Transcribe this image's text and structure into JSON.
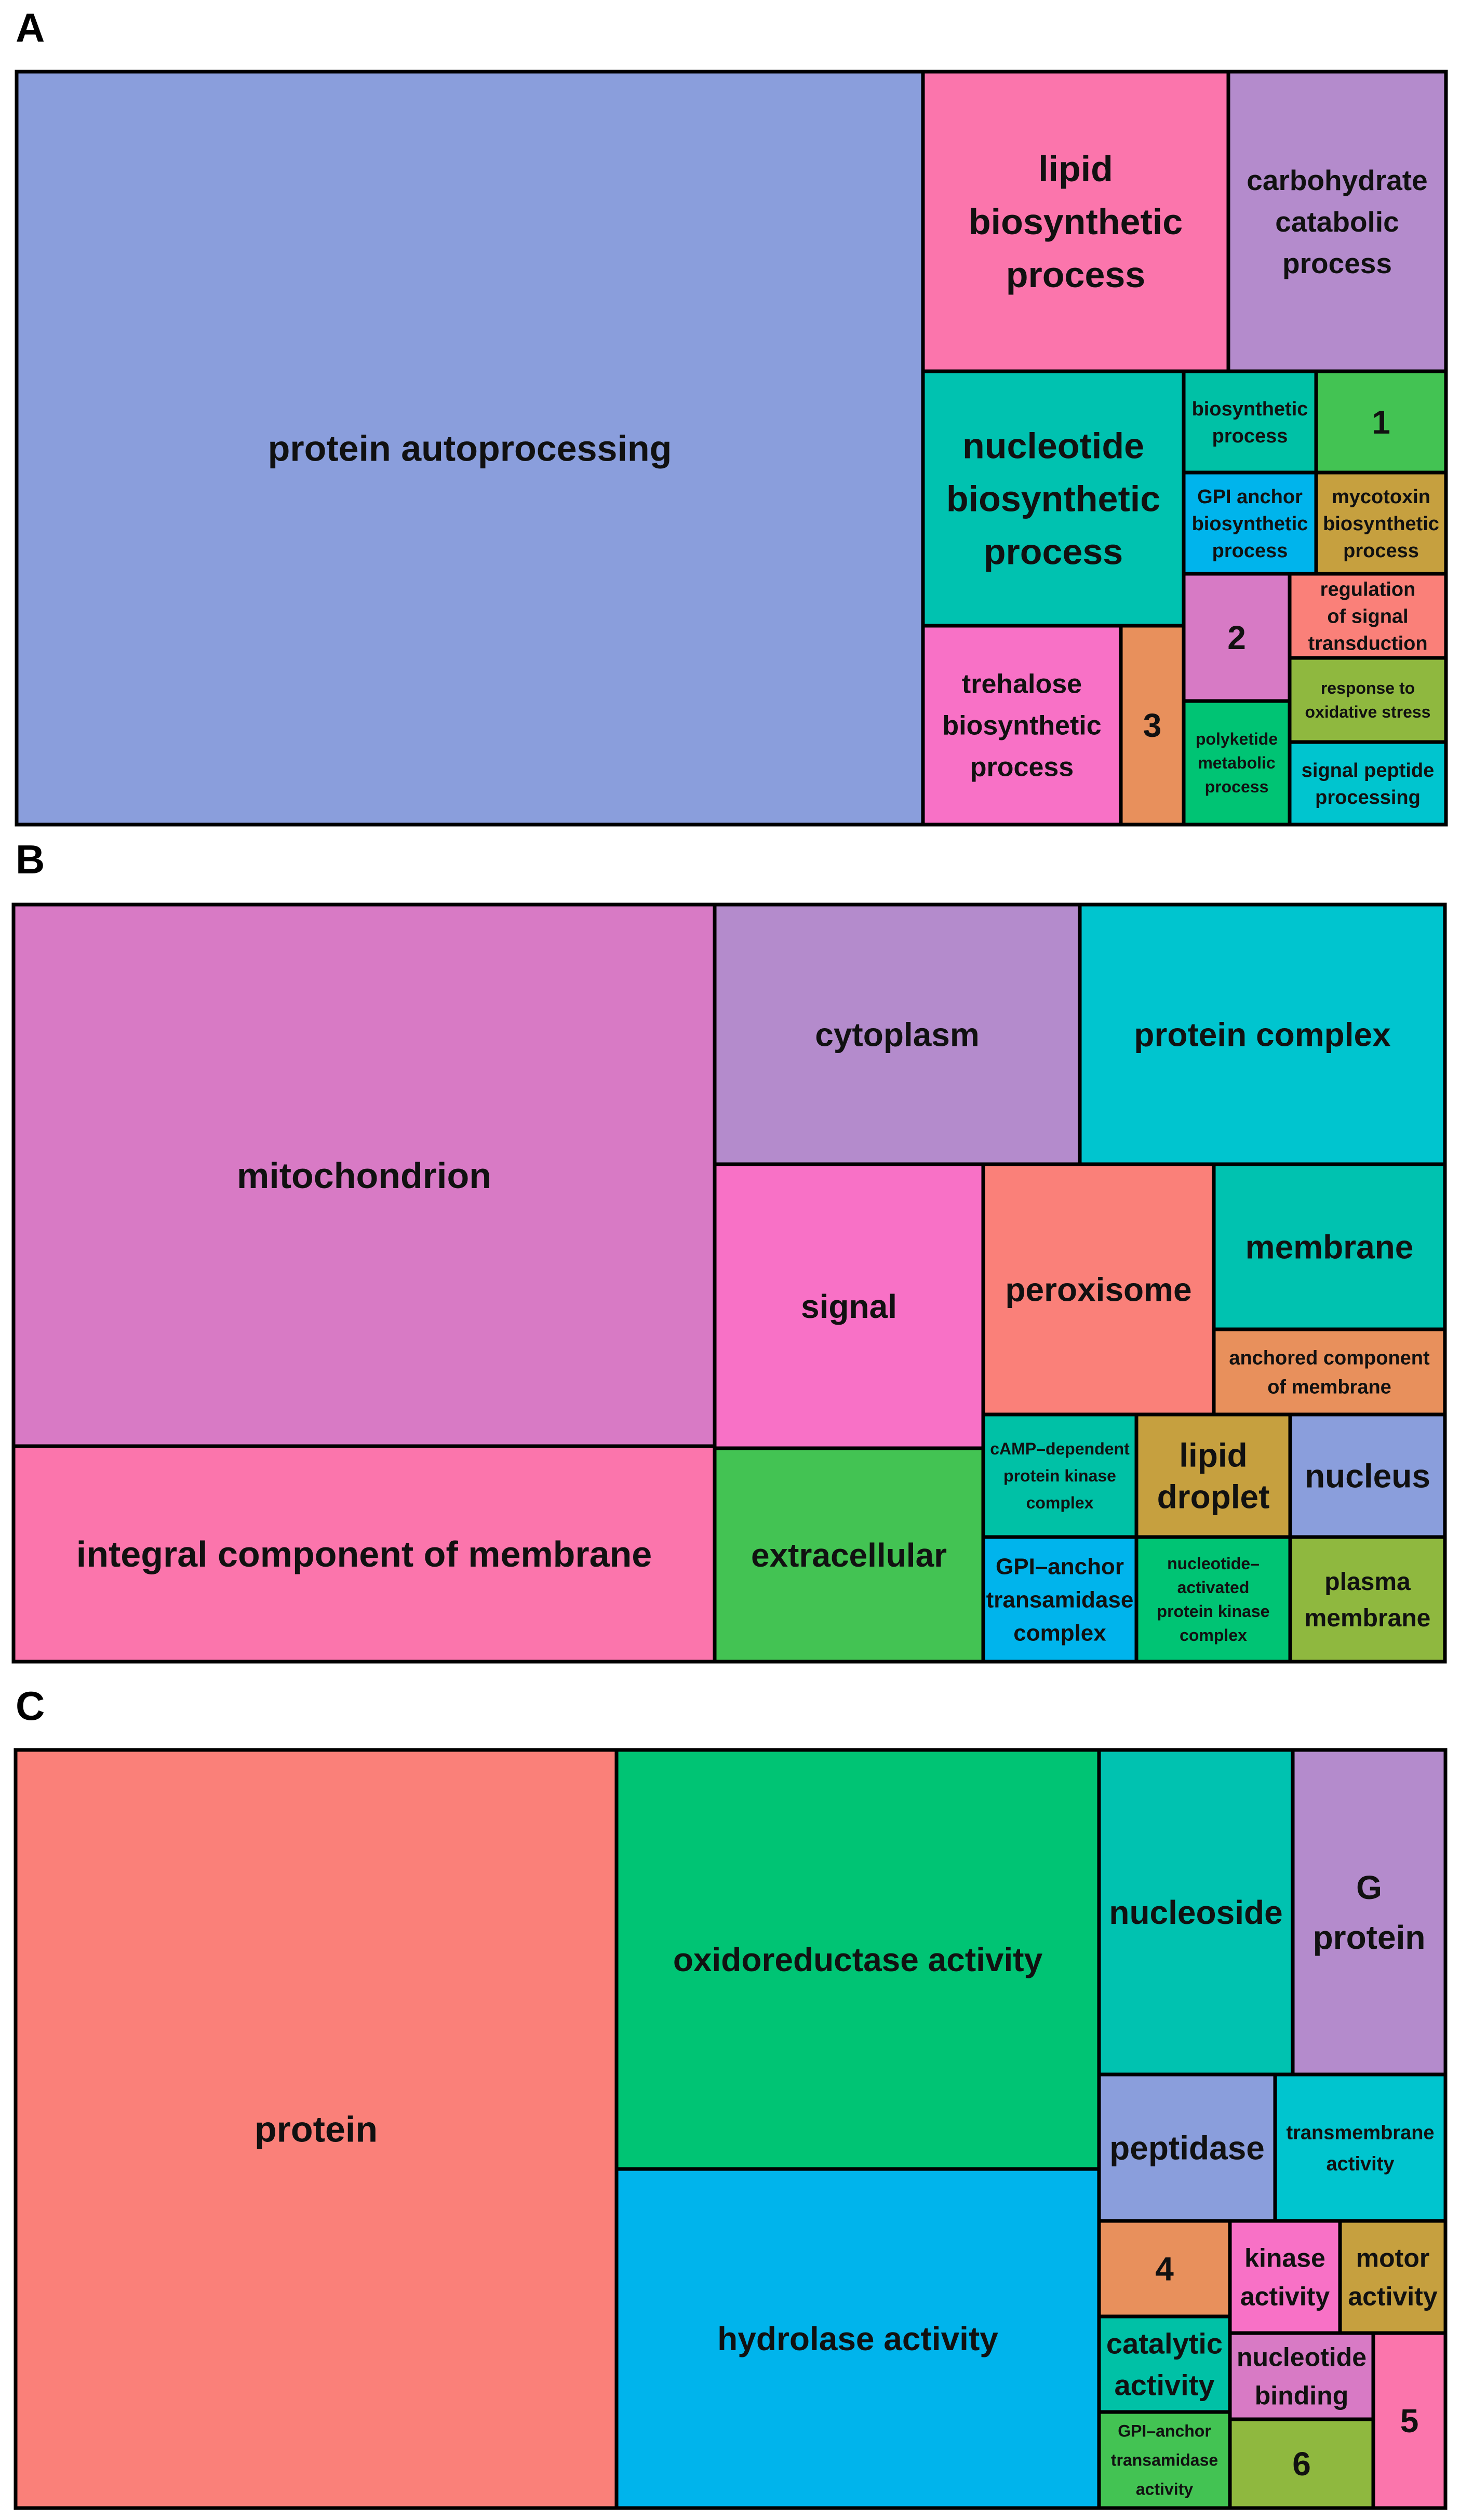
{
  "panels": [
    {
      "letter": "A"
    },
    {
      "letter": "B"
    },
    {
      "letter": "C"
    }
  ],
  "chart_data": [
    {
      "type": "treemap",
      "panel": "A",
      "tiles": [
        {
          "label": "protein autoprocessing",
          "color": "#8A9EDC"
        },
        {
          "label": "lipid biosynthetic process",
          "color": "#FB75AC"
        },
        {
          "label": "carbohydrate catabolic process",
          "color": "#B48BCC"
        },
        {
          "label": "nucleotide biosynthetic process",
          "color": "#00C2B0"
        },
        {
          "label": "biosynthetic process",
          "color": "#00C1A6"
        },
        {
          "label": "1",
          "color": "#43C353"
        },
        {
          "label": "GPI anchor biosynthetic process",
          "color": "#00B4EC"
        },
        {
          "label": "mycotoxin biosynthetic process",
          "color": "#C6A03F"
        },
        {
          "label": "trehalose biosynthetic process",
          "color": "#F871C6"
        },
        {
          "label": "3",
          "color": "#E8905C"
        },
        {
          "label": "2",
          "color": "#D77AC5"
        },
        {
          "label": "regulation of signal transduction",
          "color": "#FA8079"
        },
        {
          "label": "response to oxidative stress",
          "color": "#8FB83F"
        },
        {
          "label": "polyketide metabolic process",
          "color": "#00C474"
        },
        {
          "label": "signal peptide processing",
          "color": "#00C5CF"
        }
      ]
    },
    {
      "type": "treemap",
      "panel": "B",
      "tiles": [
        {
          "label": "mitochondrion",
          "color": "#D87AC5"
        },
        {
          "label": "integral component of membrane",
          "color": "#FB75AC"
        },
        {
          "label": "cytoplasm",
          "color": "#B48BCC"
        },
        {
          "label": "protein complex",
          "color": "#00C5CF"
        },
        {
          "label": "signal",
          "color": "#F871C6"
        },
        {
          "label": "peroxisome",
          "color": "#FA8079"
        },
        {
          "label": "membrane",
          "color": "#00C2B0"
        },
        {
          "label": "anchored component of membrane",
          "color": "#E8905C"
        },
        {
          "label": "extracellular",
          "color": "#43C353"
        },
        {
          "label": "cAMP–dependent protein kinase complex",
          "color": "#00C1A6"
        },
        {
          "label": "lipid droplet",
          "color": "#C6A03F"
        },
        {
          "label": "nucleus",
          "color": "#8A9EDC"
        },
        {
          "label": "GPI–anchor transamidase complex",
          "color": "#00B4EC"
        },
        {
          "label": "nucleotide–activated protein kinase complex",
          "color": "#00C474"
        },
        {
          "label": "plasma membrane",
          "color": "#8FB83F"
        }
      ]
    },
    {
      "type": "treemap",
      "panel": "C",
      "tiles": [
        {
          "label": "protein",
          "color": "#FA8079"
        },
        {
          "label": "oxidoreductase activity",
          "color": "#00C474"
        },
        {
          "label": "hydrolase activity",
          "color": "#00B4EC"
        },
        {
          "label": "nucleoside",
          "color": "#00C2B0"
        },
        {
          "label": "G protein",
          "color": "#B48BCC"
        },
        {
          "label": "peptidase",
          "color": "#8A9EDC"
        },
        {
          "label": "transmembrane activity",
          "color": "#00C5CF"
        },
        {
          "label": "4",
          "color": "#E8905C"
        },
        {
          "label": "kinase activity",
          "color": "#F871C6"
        },
        {
          "label": "motor activity",
          "color": "#C6A03F"
        },
        {
          "label": "catalytic activity",
          "color": "#00C1A6"
        },
        {
          "label": "nucleotide binding",
          "color": "#D87AC5"
        },
        {
          "label": "5",
          "color": "#FB75AC"
        },
        {
          "label": "GPI–anchor transamidase activity",
          "color": "#43C353"
        },
        {
          "label": "6",
          "color": "#8FB83F"
        }
      ]
    }
  ]
}
